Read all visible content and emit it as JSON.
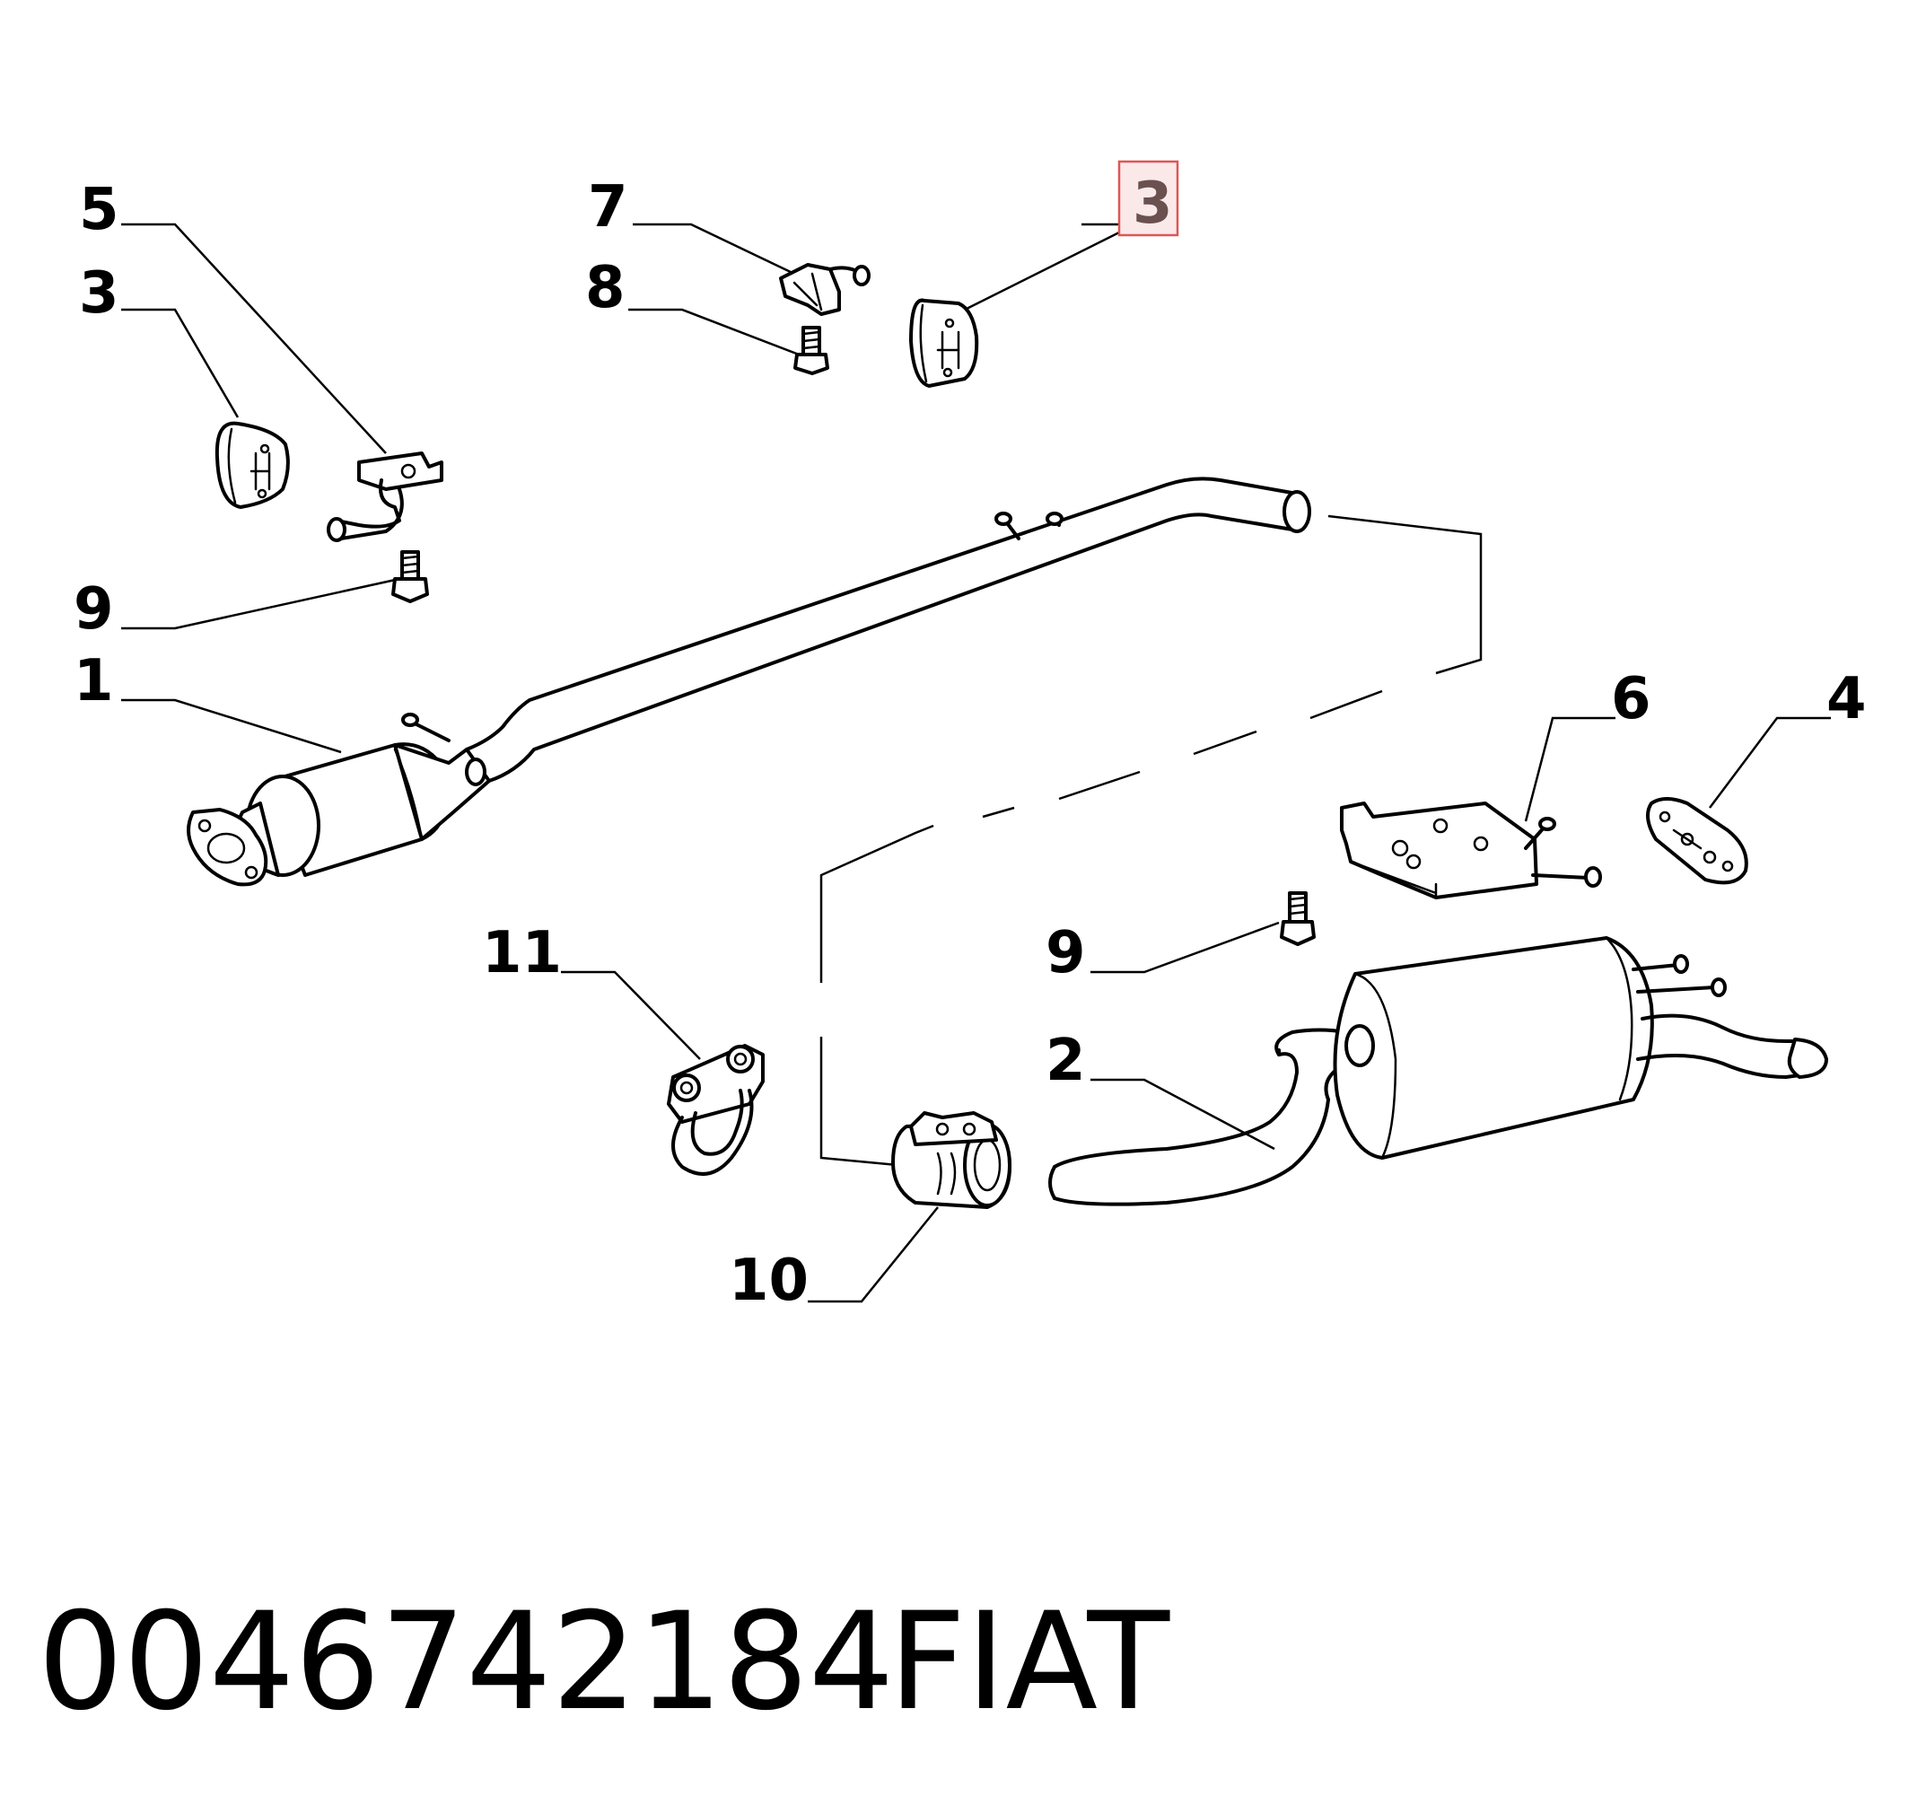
{
  "callouts": [
    {
      "id": "c5",
      "label": "5"
    },
    {
      "id": "c3a",
      "label": "3"
    },
    {
      "id": "c7",
      "label": "7"
    },
    {
      "id": "c8",
      "label": "8"
    },
    {
      "id": "c3b",
      "label": "3",
      "highlighted": true
    },
    {
      "id": "c9a",
      "label": "9"
    },
    {
      "id": "c1",
      "label": "1"
    },
    {
      "id": "c6",
      "label": "6"
    },
    {
      "id": "c4",
      "label": "4"
    },
    {
      "id": "c11",
      "label": "11"
    },
    {
      "id": "c9b",
      "label": "9"
    },
    {
      "id": "c2",
      "label": "2"
    },
    {
      "id": "c10",
      "label": "10"
    }
  ],
  "footer": {
    "part_number": "0046742184",
    "brand": "FIAT"
  },
  "colors": {
    "line": "#000000",
    "highlight_border": "#e05555",
    "highlight_fill": "#fbe9ea",
    "highlight_text": "#6b5050"
  }
}
